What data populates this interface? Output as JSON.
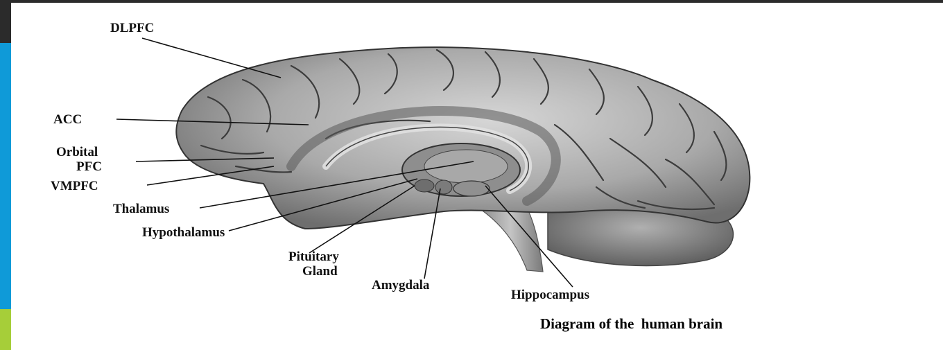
{
  "labels": {
    "dlpfc": "DLPFC",
    "acc": "ACC",
    "orbital_line1": "Orbital",
    "orbital_line2": "PFC",
    "vmpfc": "VMPFC",
    "thalamus": "Thalamus",
    "hypothalamus": "Hypothalamus",
    "pituitary_line1": "Pituitary",
    "pituitary_line2": "Gland",
    "amygdala": "Amygdala",
    "hippocampus": "Hippocampus"
  },
  "caption": "Diagram of the  human brain",
  "colors": {
    "accent_dark": "#2b2b2b",
    "accent_blue": "#0f9ad8",
    "accent_green": "#a6ce39"
  }
}
